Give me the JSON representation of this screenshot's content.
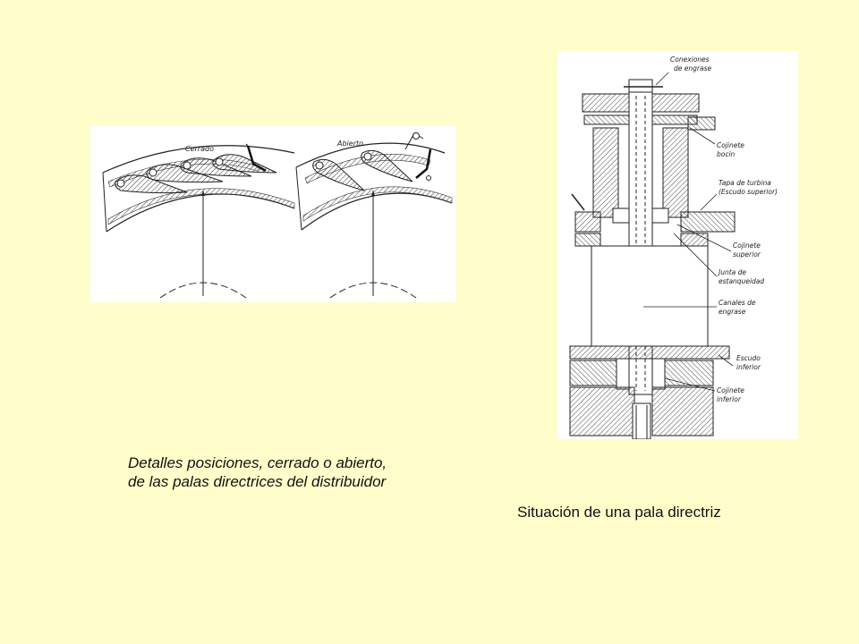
{
  "figures": {
    "guide_vanes": {
      "label_closed": "Cerrado",
      "label_open": "Abierto"
    },
    "guide_vane_assembly": {
      "labels": {
        "grease_connections_1": "Conexiones",
        "grease_connections_2": "de engrase",
        "bush_bearing_1": "Cojinete",
        "bush_bearing_2": "bocin",
        "turbine_cover_1": "Tapa de turbina",
        "turbine_cover_2": "(Escudo superior)",
        "upper_bearing_1": "Cojinete",
        "upper_bearing_2": "superior",
        "seal_1": "Junta de",
        "seal_2": "estanqueidad",
        "grease_channels_1": "Canales de",
        "grease_channels_2": "engrase",
        "lower_shield_1": "Escudo",
        "lower_shield_2": "inferior",
        "lower_bearing_1": "Cojinete",
        "lower_bearing_2": "inferior"
      }
    }
  },
  "captions": {
    "left_line1": "Detalles posiciones, cerrado o abierto,",
    "left_line2": "de las palas directrices del distribuidor",
    "right": "Situación de una pala directriz"
  }
}
